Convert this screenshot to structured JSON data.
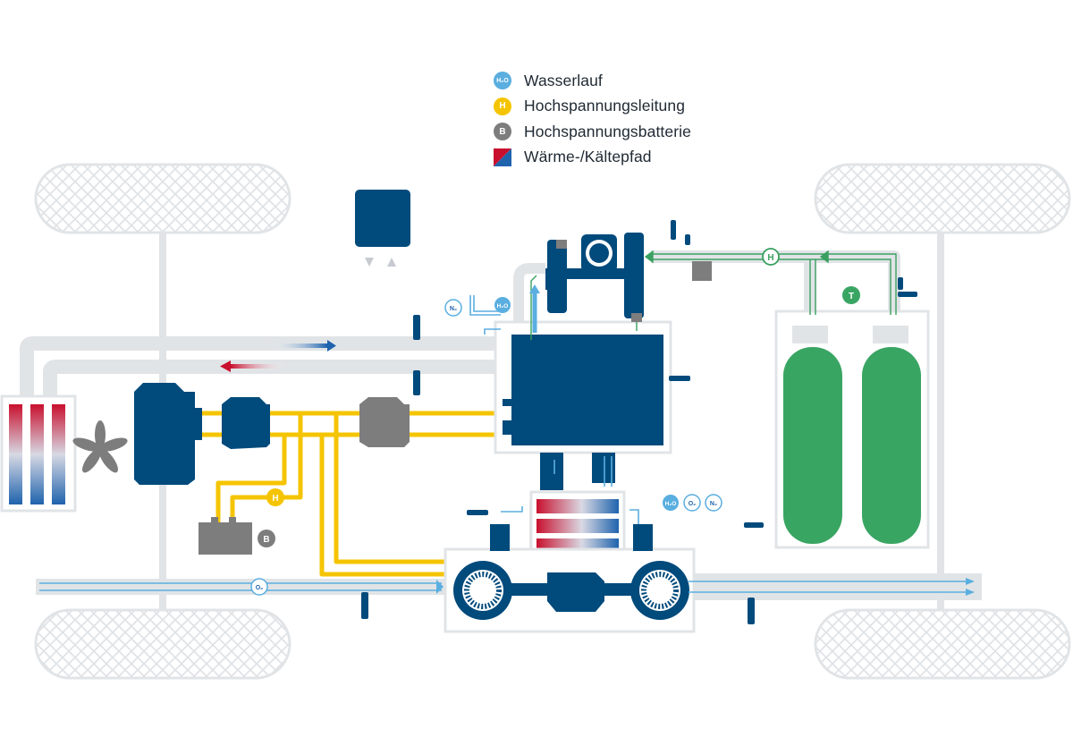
{
  "legend": {
    "items": [
      {
        "id": "water",
        "badge": "H2O",
        "label": "Wasserlauf",
        "color": "#5aaee0"
      },
      {
        "id": "hv_line",
        "badge": "H",
        "label": "Hochspannungsleitung",
        "color": "#f5c400"
      },
      {
        "id": "hv_battery",
        "badge": "B",
        "label": "Hochspannungsbatterie",
        "color": "#7d7d7d"
      },
      {
        "id": "thermal",
        "badge": "",
        "label": "Wärme-/Kältepfad",
        "color_hot": "#c8102e",
        "color_cold": "#1f63ad"
      }
    ]
  },
  "badges": {
    "h2o": "H₂O",
    "n2": "N₂",
    "o2": "O₂",
    "hydrogen": "H",
    "tank": "T",
    "battery": "B"
  },
  "colors": {
    "navy": "#004a7c",
    "light_pipe": "#e1e4e7",
    "hv_yellow": "#f5c400",
    "hydrogen_green": "#3aa060",
    "tank_green": "#39a563",
    "water_blue": "#5aaee0",
    "grey_unit": "#7d7d7d",
    "hot_red": "#c8102e",
    "cold_blue": "#1f63ad"
  }
}
